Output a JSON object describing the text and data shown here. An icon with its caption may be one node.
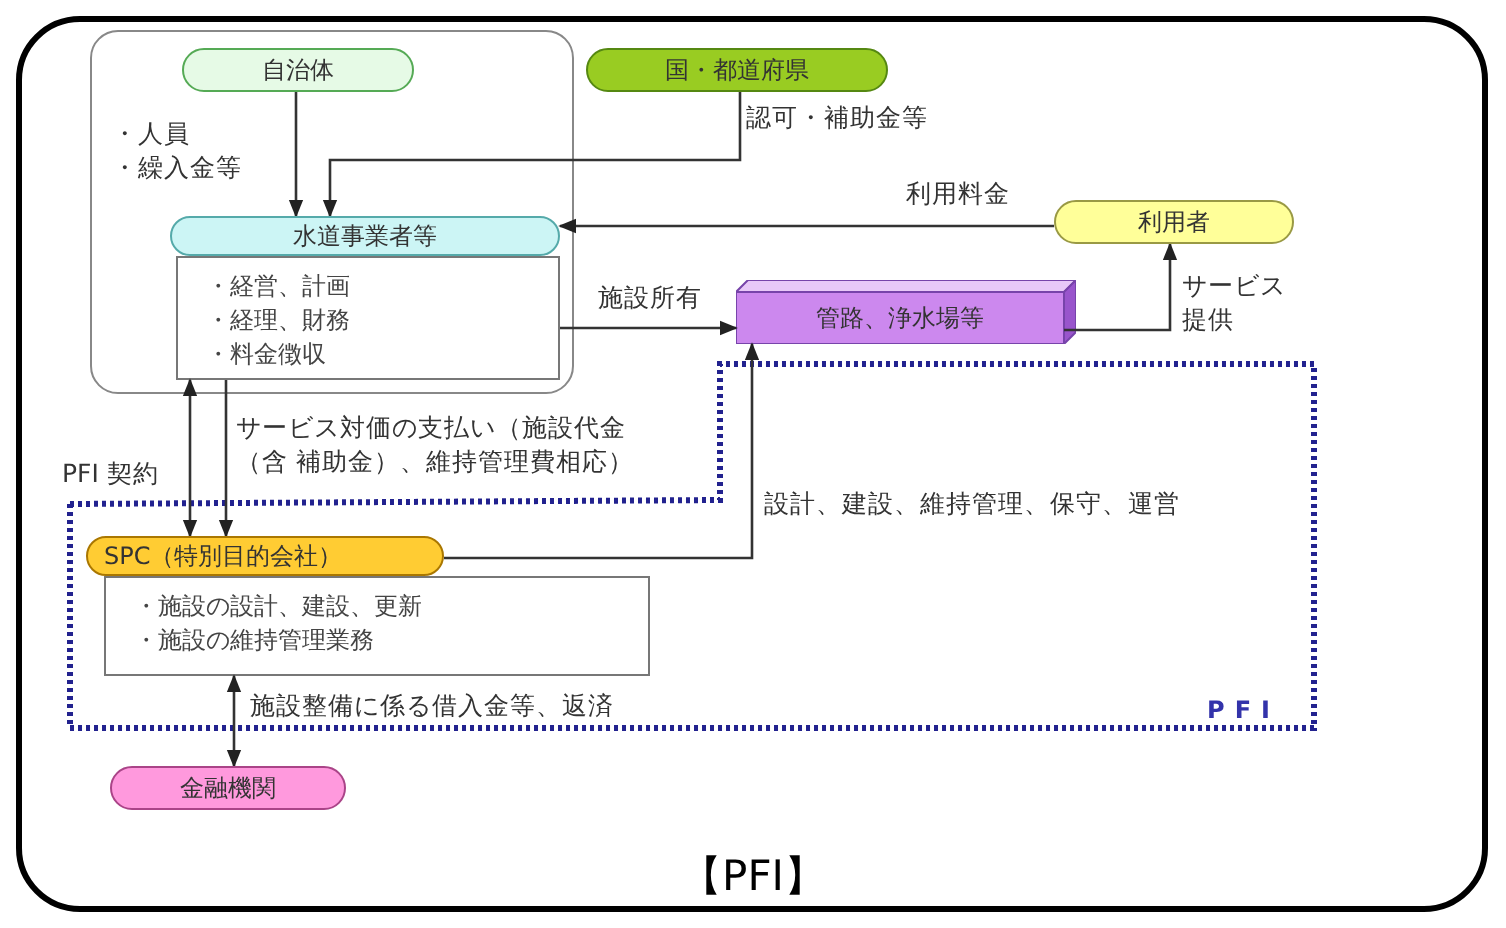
{
  "diagram": {
    "caption": "【PFI】",
    "nodes": [
      {
        "text": [],
        "shape": "box"
      },
      {
        "text": [
          "自治体"
        ],
        "in": 0
      },
      {
        "text": [
          "国・都道府県"
        ]
      },
      {
        "text": [
          "水道事業者等",
          "・経営、計画",
          "・経理、財務",
          "・料金徴収"
        ],
        "in": 0
      },
      {
        "text": [
          "利用者"
        ]
      },
      {
        "text": [
          "管路、浄水場等"
        ]
      },
      {
        "text": [
          "PFI"
        ]
      },
      {
        "text": [
          "SPC（特別目的会社）",
          "・施設の設計、建設、更新",
          "・施設の維持管理業務"
        ],
        "in": 6
      },
      {
        "text": [
          "金融機関"
        ]
      }
    ],
    "edges": [
      {
        "from": 1,
        "to": 3,
        "arrow": "to",
        "label": "・人員・繰入金等"
      },
      {
        "from": 2,
        "to": 3,
        "arrow": "to",
        "label": "認可・補助金等"
      },
      {
        "from": 4,
        "to": 3,
        "arrow": "to",
        "label": "利用料金"
      },
      {
        "from": 3,
        "to": 5,
        "arrow": "to",
        "label": "施設所有"
      },
      {
        "from": 5,
        "to": 4,
        "arrow": "to",
        "label": "サービス提供"
      },
      {
        "from": 7,
        "to": 3,
        "arrow": "both",
        "label": "PFI 契約"
      },
      {
        "from": 3,
        "to": 7,
        "arrow": "to",
        "label": "サービス対価の支払い（施設代金（含 補助金）、維持管理費相応）"
      },
      {
        "from": 7,
        "to": 5,
        "arrow": "to",
        "label": "設計、建設、維持管理、保守、運営"
      },
      {
        "from": 7,
        "to": 8,
        "arrow": "both",
        "label": "施設整備に係る借入金等、返済"
      }
    ]
  }
}
